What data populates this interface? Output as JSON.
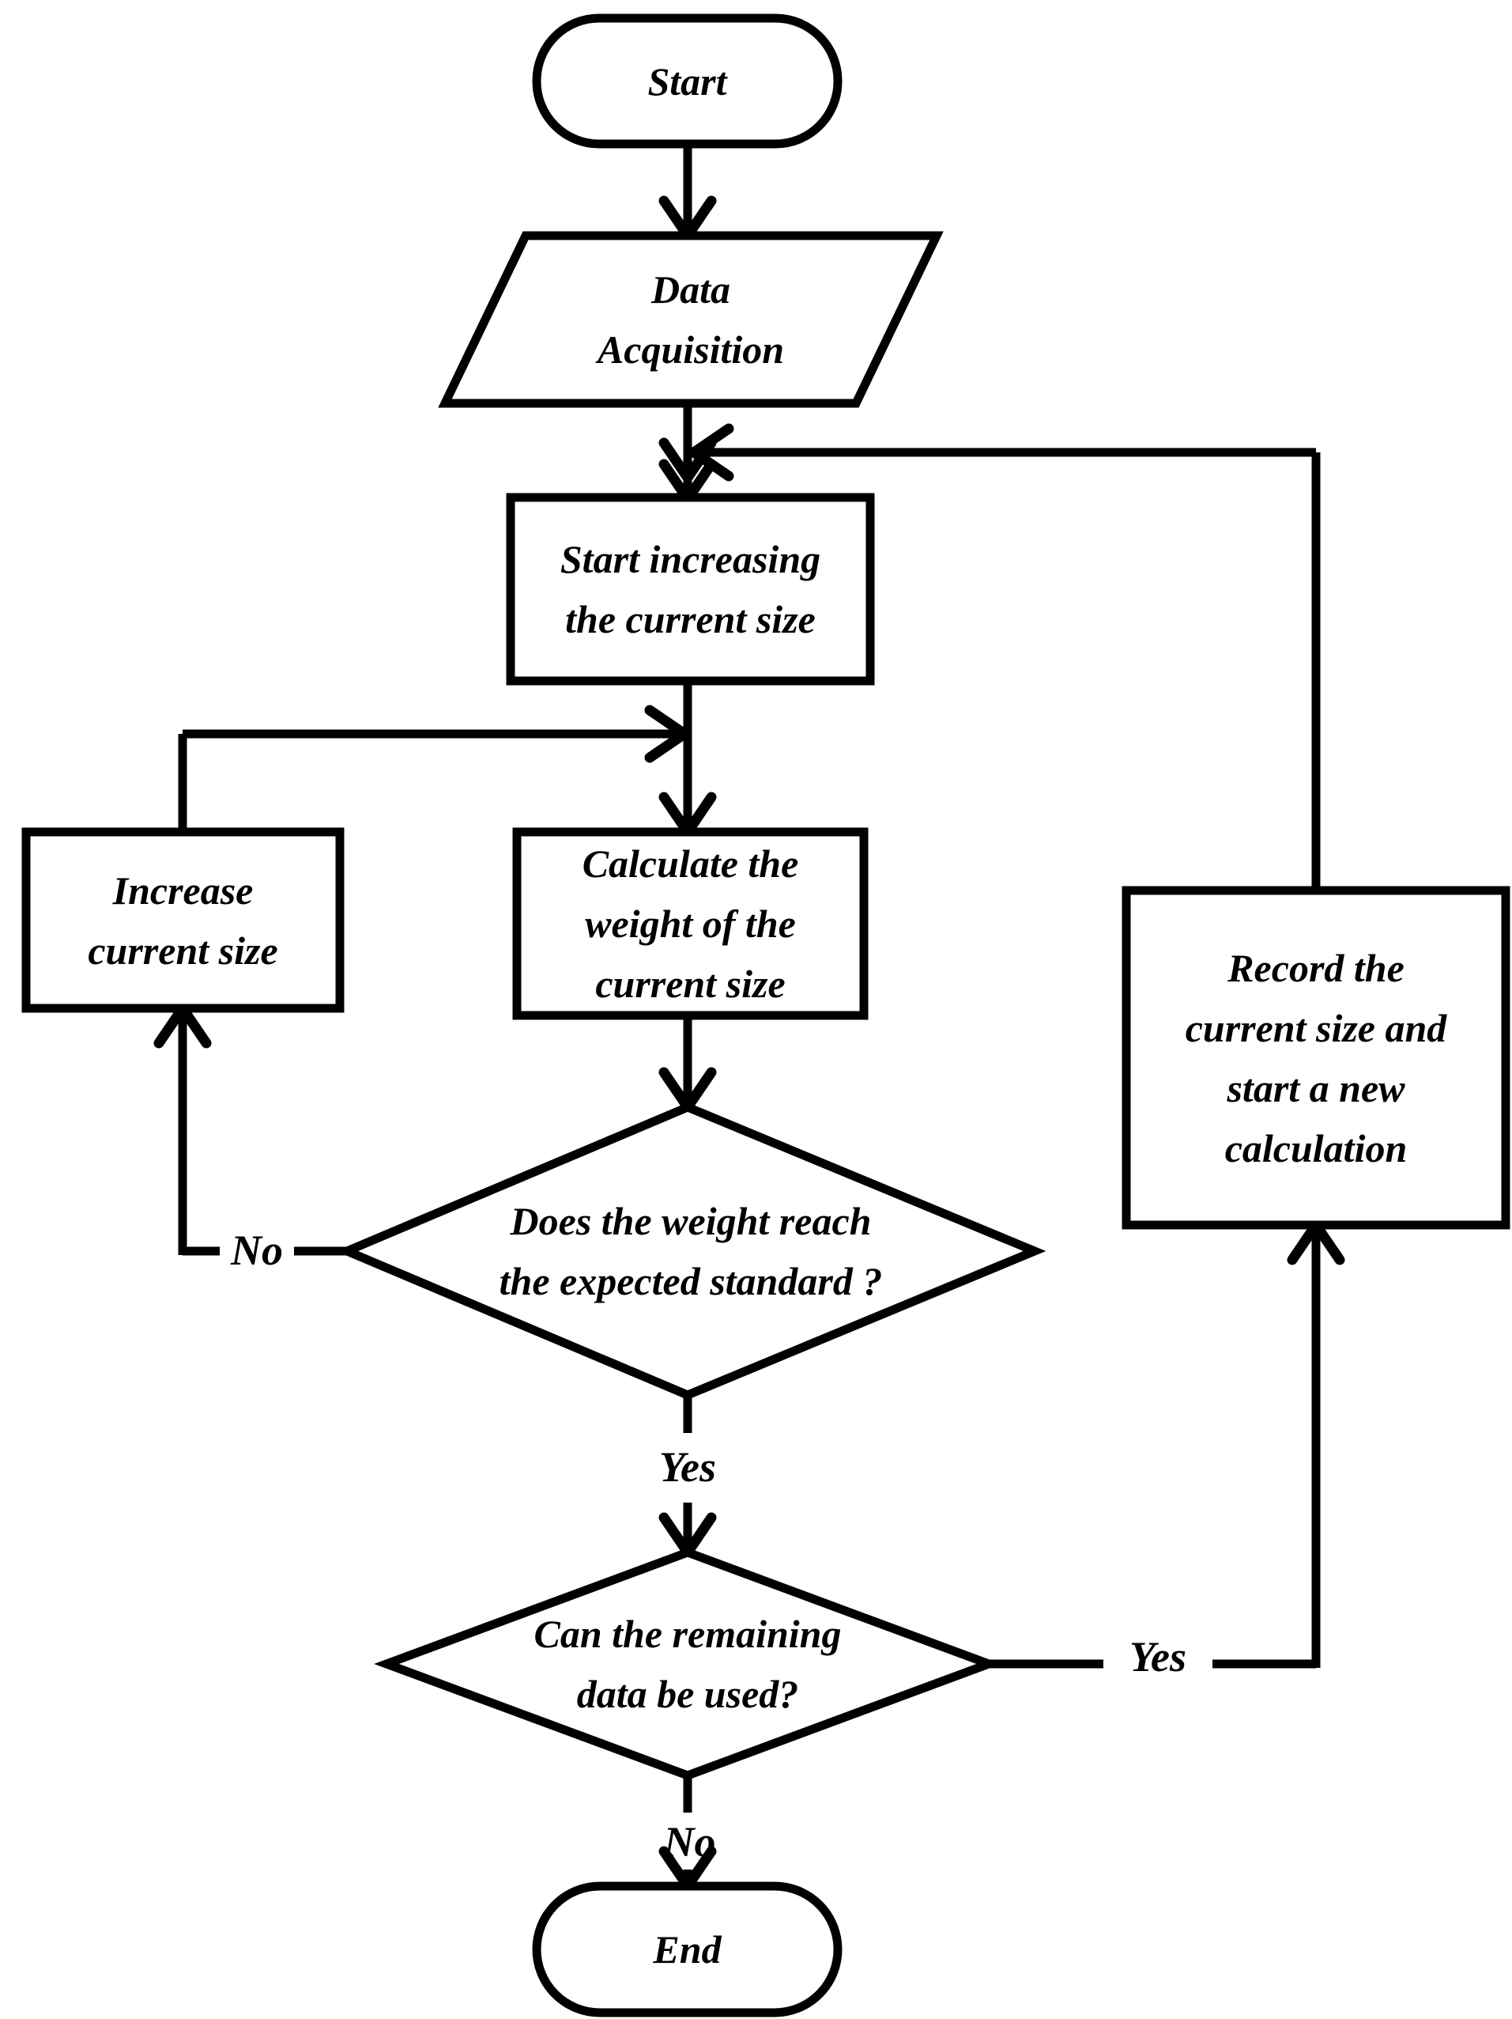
{
  "figure": {
    "type": "flowchart",
    "background_color": "#ffffff",
    "stroke_color": "#000000"
  },
  "nodes": {
    "start": {
      "shape": "terminator",
      "label": "Start"
    },
    "data_acquisition": {
      "shape": "parallelogram",
      "label": "Data\nAcquisition"
    },
    "start_increasing": {
      "shape": "process",
      "label": "Start increasing\nthe current size"
    },
    "calculate_weight": {
      "shape": "process",
      "label": "Calculate the\nweight of the\ncurrent size"
    },
    "increase_size": {
      "shape": "process",
      "label": "Increase\ncurrent size"
    },
    "weight_decision": {
      "shape": "decision",
      "label": "Does the weight reach\nthe expected standard ?"
    },
    "record_size": {
      "shape": "process",
      "label": "Record the\ncurrent size and\nstart a new\ncalculation"
    },
    "remaining_decision": {
      "shape": "decision",
      "label": "Can the remaining\ndata be used?"
    },
    "end": {
      "shape": "terminator",
      "label": "End"
    }
  },
  "edge_labels": {
    "weight_no": "No",
    "weight_yes": "Yes",
    "remaining_yes": "Yes",
    "remaining_no": "No"
  },
  "edges": [
    {
      "from": "start",
      "to": "data_acquisition",
      "label": ""
    },
    {
      "from": "data_acquisition",
      "to": "start_increasing",
      "label": ""
    },
    {
      "from": "start_increasing",
      "to": "calculate_weight",
      "label": ""
    },
    {
      "from": "calculate_weight",
      "to": "weight_decision",
      "label": ""
    },
    {
      "from": "weight_decision",
      "to": "increase_size",
      "label": "No"
    },
    {
      "from": "increase_size",
      "to": "calculate_weight",
      "label": ""
    },
    {
      "from": "weight_decision",
      "to": "remaining_decision",
      "label": "Yes"
    },
    {
      "from": "remaining_decision",
      "to": "record_size",
      "label": "Yes"
    },
    {
      "from": "record_size",
      "to": "start_increasing",
      "label": ""
    },
    {
      "from": "remaining_decision",
      "to": "end",
      "label": "No"
    }
  ]
}
